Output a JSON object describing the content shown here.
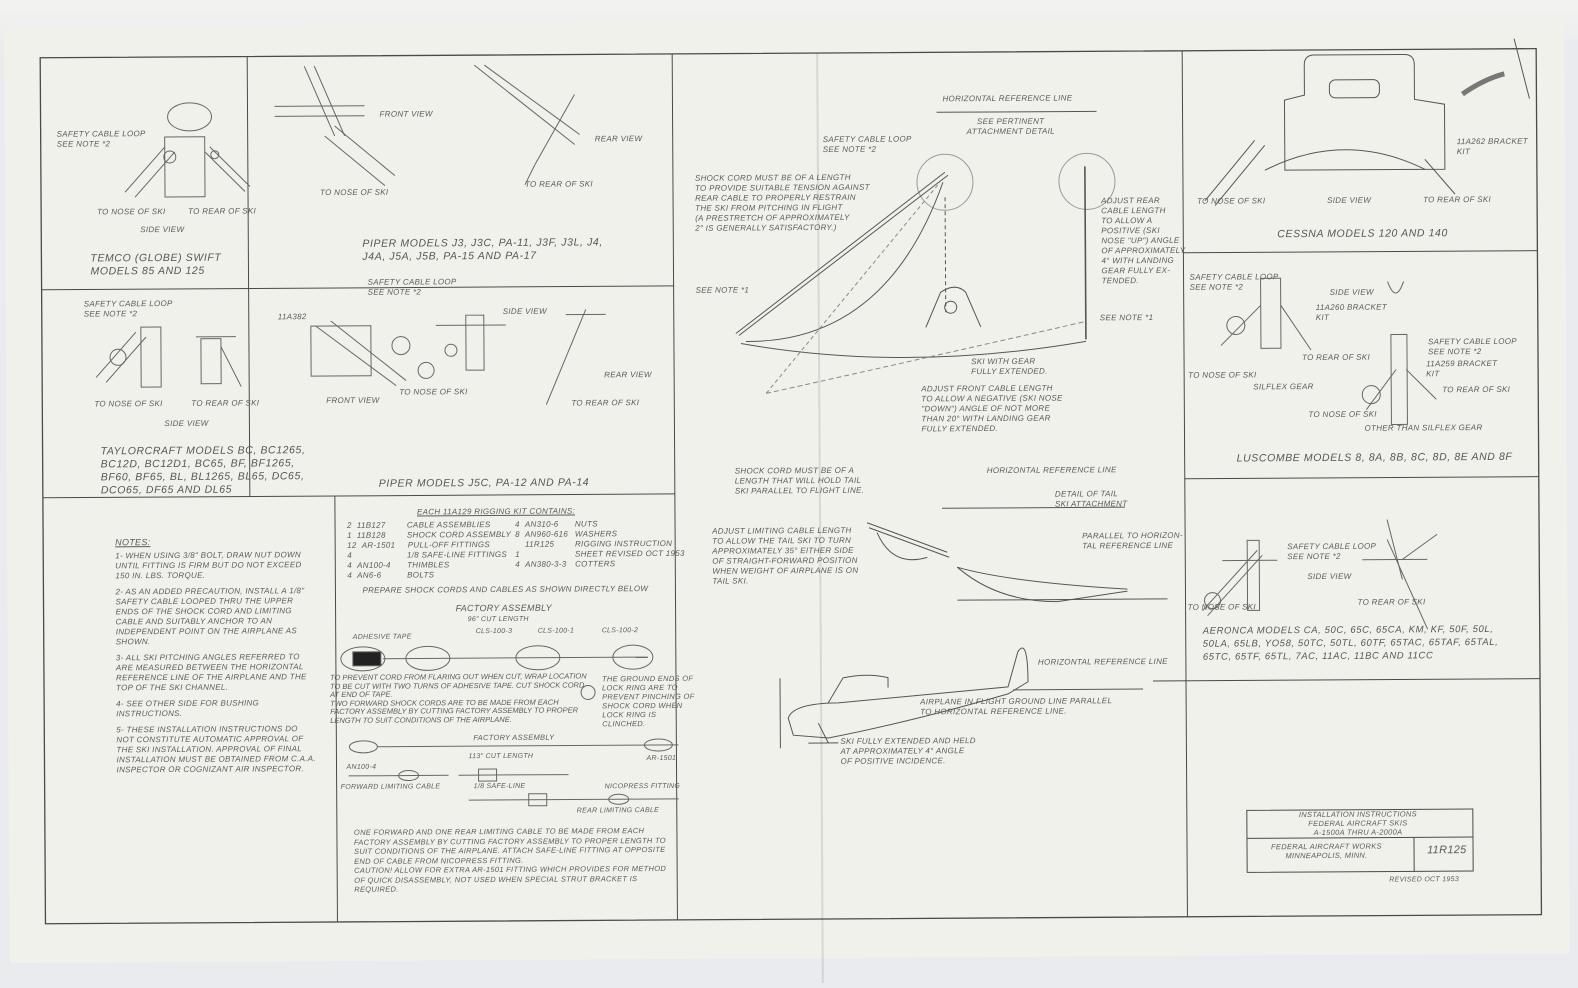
{
  "sheet": {
    "temco": {
      "safety": "Safety cable loop\nsee note *2",
      "nose": "To nose of ski",
      "rear": "To rear of ski",
      "view": "Side view",
      "caption": "Temco (Globe) Swift\nModels 85 and 125"
    },
    "piper_top": {
      "front": "Front view",
      "rear_view": "Rear view",
      "nose": "To nose of ski",
      "rear": "To rear of ski",
      "caption": "Piper models J3, J3C, PA-11, J3F, J3L, J4,\nJ4A, J5A, J5B, PA-15 and PA-17"
    },
    "taylorcraft": {
      "safety": "Safety cable loop\nsee note *2",
      "nose": "To nose of ski",
      "rear": "To rear of ski",
      "view": "Side view",
      "caption": "Taylorcraft models BC, BC1265,\nBC12D, BC12D1, BC65, BF, BF1265,\nBF60, BF65, BL, BL1265, BL65, DC65,\nDCO65, DF65 and DL65"
    },
    "piper_mid": {
      "part": "11A382",
      "safety": "Safety cable loop\nsee note *2",
      "side": "Side view",
      "front": "Front view",
      "nose": "To nose of ski",
      "rear_view": "Rear view",
      "rear": "To rear of ski",
      "caption": "Piper models J5C, PA-12 and PA-14"
    },
    "notes": {
      "title": "Notes:",
      "items": [
        "1- When using 3/8\" bolt, draw nut down until fitting is firm but do not exceed 150 in. lbs. torque.",
        "2- As an added precaution, install a 1/8\" safety cable looped thru the upper ends of the shock cord and limiting cable and suitably anchor to an independent point on the airplane as shown.",
        "3- All ski pitching angles referred to are measured between the horizontal reference line of the airplane and the top of the ski channel.",
        "4- See other side for bushing instructions.",
        "5- These installation instructions do not constitute automatic approval of the ski installation. Approval of final installation must be obtained from C.A.A. inspector or cognizant air inspector."
      ]
    },
    "kit": {
      "title": "Each 11A129 rigging kit contains:",
      "left": [
        {
          "qty": "2",
          "part": "11B127",
          "desc": "Cable assemblies"
        },
        {
          "qty": "1",
          "part": "11B128",
          "desc": "Shock cord assembly"
        },
        {
          "qty": "12",
          "part": "AR-1501",
          "desc": "Pull-off fittings"
        },
        {
          "qty": "4",
          "part": "",
          "desc": "1/8 safe-line fittings"
        },
        {
          "qty": "4",
          "part": "AN100-4",
          "desc": "Thimbles"
        },
        {
          "qty": "4",
          "part": "AN6-6",
          "desc": "Bolts"
        }
      ],
      "right": [
        {
          "qty": "4",
          "part": "AN310-6",
          "desc": "Nuts"
        },
        {
          "qty": "8",
          "part": "AN960-616",
          "desc": "Washers"
        },
        {
          "qty": "1",
          "part": "11R125",
          "desc": "Rigging instruction\nsheet revised Oct 1953"
        },
        {
          "qty": "4",
          "part": "AN380-3-3",
          "desc": "Cotters"
        }
      ],
      "prepare": "Prepare shock cords and cables as shown directly below"
    },
    "shock_assembly": {
      "title": "Factory assembly",
      "cut": "96\" cut length",
      "tape": "Adhesive tape",
      "p1": "CLS-100-3",
      "p2": "CLS-100-1",
      "p3": "CLS-100-2",
      "note_left": "To prevent cord from flaring out when cut, wrap location to be cut with two turns of adhesive tape. Cut shock cord at end of tape.\nTwo forward shock cords are to be made from each factory assembly by cutting factory assembly to proper length to suit conditions of the airplane.",
      "note_right": "The ground ends of lock ring are to prevent pinching of shock cord when lock ring is clinched."
    },
    "cable_assembly": {
      "title": "Factory assembly",
      "cut": "113\" cut length",
      "fitting": "AR-1501",
      "thimble": "AN100-4",
      "forward": "Forward limiting cable",
      "safeline": "1/8 safe-line",
      "nicopress": "Nicopress fitting",
      "rear": "Rear limiting cable",
      "note": "One forward and one rear limiting cable to be made from each factory assembly by cutting factory assembly to proper length to suit conditions of the airplane. Attach safe-line fitting at opposite end of cable from nicopress fitting.\nCaution! Allow for extra AR-1501 fitting which provides for method of quick disassembly, not used when special strut bracket is required."
    },
    "main_ski": {
      "href": "Horizontal reference line",
      "pertinent": "See pertinent\nattachment detail",
      "safety": "Safety cable loop\nsee note *2",
      "shock": "Shock cord must be of a length\nto provide suitable tension against\nrear cable to properly restrain\nthe ski from pitching in flight\n(a prestretch of approximately\n2\" is generally satisfactory.)",
      "note1a": "See note *1",
      "note1b": "See note *1",
      "rear_adj": "Adjust rear\ncable length\nto allow a\npositive (ski\nnose \"up\") angle\nof approximately\n4° with landing\ngear fully ex-\ntended.",
      "ski_ext": "Ski with gear\nfully extended.",
      "front_adj": "Adjust front cable length\nto allow a negative (ski nose\n\"down\") angle of not more\nthan 20° with landing gear\nfully extended."
    },
    "tail_ski": {
      "shock": "Shock cord must be of a\nlength that will hold tail\nski parallel to flight line.",
      "href": "Horizontal reference line",
      "detail": "Detail of tail\nski attachment",
      "limit": "Adjust limiting cable length\nto allow the tail ski to turn\napproximately 35° either side\nof straight-forward position\nwhen weight of airplane is on\ntail ski.",
      "parallel": "Parallel to horizon-\ntal reference line"
    },
    "airplane": {
      "href": "Horizontal reference line",
      "ground": "Airplane in flight ground line parallel\nto horizontal reference line.",
      "ski": "Ski fully extended and held\nat approximately 4° angle\nof positive incidence."
    },
    "cessna": {
      "bracket": "11A262 bracket\nkit",
      "nose": "To nose of ski",
      "view": "Side view",
      "rear": "To rear of ski",
      "caption": "Cessna models 120 and 140"
    },
    "luscombe": {
      "safety1": "Safety cable loop\nsee note *2",
      "side": "Side view",
      "bracket1": "11A260 bracket\nkit",
      "nose1": "To nose of ski",
      "silflex": "Silflex gear",
      "rear1": "To rear of ski",
      "safety2": "Safety cable loop\nsee note *2",
      "bracket2": "11A259 bracket\nkit",
      "rear2": "To rear of ski",
      "nose2": "To nose of ski",
      "other": "Other than silflex gear",
      "caption": "Luscombe models 8, 8A, 8B, 8C, 8D, 8E and 8F"
    },
    "aeronca": {
      "safety": "Safety cable loop\nsee note *2",
      "side": "Side view",
      "nose": "To nose of ski",
      "rear": "To rear of ski",
      "caption": "Aeronca models CA, 50C, 65C, 65CA, KM, KF, 50F, 50L,\n50LA, 65LB, YO58, 50TC, 50TL, 60TF, 65TAC, 65TAF, 65TAL,\n65TC, 65TF, 65TL, 7AC, 11AC, 11BC and 11CC"
    },
    "title_block": {
      "title": "Installation instructions\nFederal aircraft skis\nA-1500A thru A-2000A",
      "company": "Federal Aircraft Works\nMinneapolis, Minn.",
      "number": "11R125",
      "revised": "Revised Oct 1953"
    }
  },
  "colors": {
    "paper": "#f1f1ec",
    "ink": "#4a4a4a",
    "background": "#e9ebee"
  }
}
